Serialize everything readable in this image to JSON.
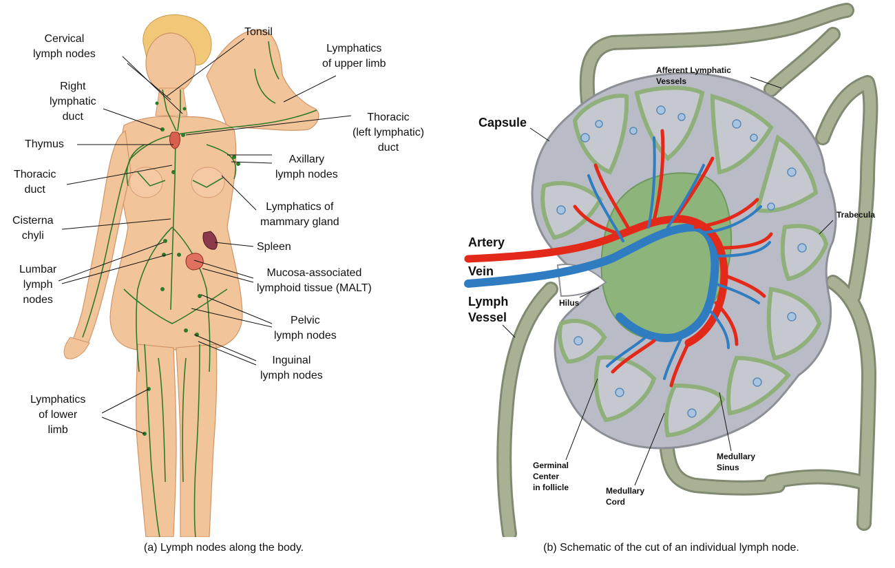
{
  "panel_a": {
    "labels": {
      "cervical_lymph_nodes": "Cervical\nlymph nodes",
      "tonsil": "Tonsil",
      "lymphatics_upper_limb": "Lymphatics\nof upper limb",
      "right_lymphatic_duct": "Right\nlymphatic\nduct",
      "thoracic_left_duct": "Thoracic\n(left lymphatic)\nduct",
      "thymus": "Thymus",
      "axillary_lymph_nodes": "Axillary\nlymph nodes",
      "thoracic_duct": "Thoracic\nduct",
      "lymphatics_mammary": "Lymphatics of\nmammary gland",
      "cisterna_chyli": "Cisterna\nchyli",
      "spleen": "Spleen",
      "lumbar_lymph_nodes": "Lumbar\nlymph\nnodes",
      "malt": "Mucosa-associated\nlymphoid tissue (MALT)",
      "pelvic_lymph_nodes": "Pelvic\nlymph nodes",
      "inguinal_lymph_nodes": "Inguinal\nlymph nodes",
      "lymphatics_lower_limb": "Lymphatics\nof lower\nlimb"
    },
    "caption": "(a) Lymph nodes along the body."
  },
  "panel_b": {
    "labels": {
      "afferent_vessels": "Afferent Lymphatic\nVessels",
      "capsule": "Capsule",
      "trabecula": "Trabecula",
      "artery": "Artery",
      "vein": "Vein",
      "lymph_vessel": "Lymph\nVessel",
      "hilus": "Hilus",
      "germinal_center": "Germinal\nCenter\nin follicle",
      "medullary_cord": "Medullary\nCord",
      "medullary_sinus": "Medullary\nSinus"
    },
    "caption": "(b) Schematic of the cut of an individual lymph node."
  },
  "colors": {
    "skin": "#f2c49a",
    "skin_shadow": "#e0a577",
    "hair": "#f0c878",
    "lymph_green": "#2f7a2a",
    "node_green": "#9cc08a",
    "vessel_gray": "#9aa38a",
    "cortex": "#b9bcc6",
    "artery_red": "#e32a1a",
    "vein_blue": "#2f7cc0",
    "organ_red": "#d9604d"
  }
}
